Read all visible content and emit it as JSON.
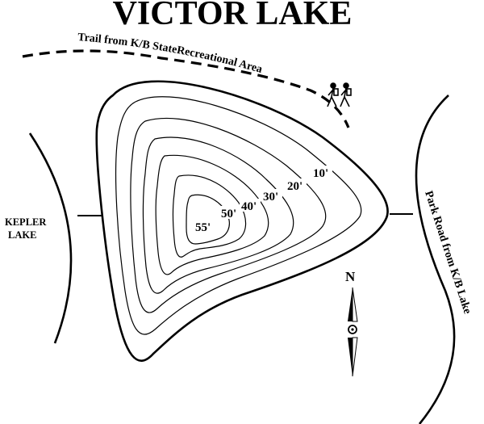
{
  "map": {
    "title": "VICTOR LAKE",
    "trail_label": "Trail from K/B StateRecreational Area",
    "road_label": "Park Road from K/B Lake",
    "kepler_label": {
      "line1": "KEPLER",
      "line2": "LAKE"
    },
    "north_label": "N",
    "depth_labels": [
      "10'",
      "20'",
      "30'",
      "40'",
      "50'",
      "55'"
    ],
    "icons": {
      "hikers": "hikers-icon",
      "compass": "north-arrow-icon"
    }
  }
}
